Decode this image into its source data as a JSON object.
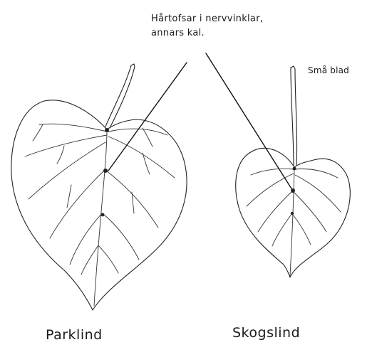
{
  "annotations": {
    "tuft_note_line1": "Hårtofsar i nervvinklar,",
    "tuft_note_line2": "annars kal.",
    "small_leaves": "Små blad"
  },
  "leaves": {
    "left_label": "Parklind",
    "right_label": "Skogslind"
  }
}
